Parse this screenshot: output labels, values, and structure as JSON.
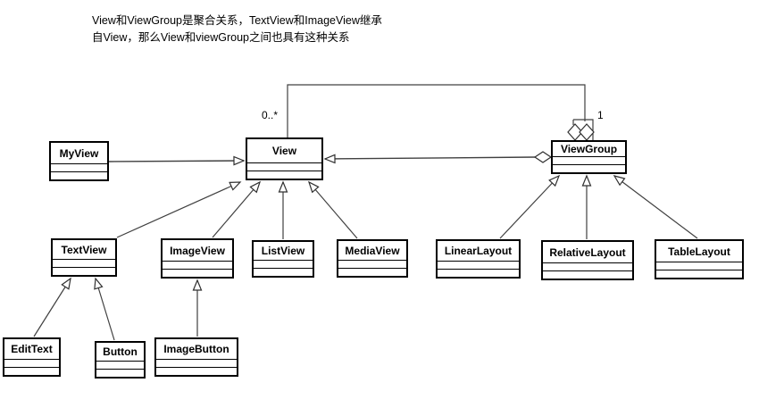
{
  "annotation": {
    "text": "View和ViewGroup是聚合关系，TextView和ImageView继承\n自View，那么View和viewGroup之间也具有这种关系"
  },
  "classes": {
    "myview": {
      "name": "MyView"
    },
    "view": {
      "name": "View"
    },
    "viewgroup": {
      "name": "ViewGroup"
    },
    "textview": {
      "name": "TextView"
    },
    "imageview": {
      "name": "ImageView"
    },
    "listview": {
      "name": "ListView"
    },
    "mediaview": {
      "name": "MediaView"
    },
    "linearlayout": {
      "name": "LinearLayout"
    },
    "relativelayout": {
      "name": "RelativeLayout"
    },
    "tablelayout": {
      "name": "TableLayout"
    },
    "edittext": {
      "name": "EditText"
    },
    "button": {
      "name": "Button"
    },
    "imagebutton": {
      "name": "ImageButton"
    }
  },
  "labels": {
    "view_multiplicity": "0..*",
    "viewgroup_multiplicity": "1"
  },
  "relationships": [
    {
      "from": "MyView",
      "to": "View",
      "type": "generalization"
    },
    {
      "from": "ViewGroup",
      "to": "View",
      "type": "generalization"
    },
    {
      "from": "View",
      "to": "ViewGroup",
      "type": "aggregation",
      "from_multiplicity": "0..*",
      "to_multiplicity": "1"
    },
    {
      "from": "TextView",
      "to": "View",
      "type": "generalization"
    },
    {
      "from": "ImageView",
      "to": "View",
      "type": "generalization"
    },
    {
      "from": "ListView",
      "to": "View",
      "type": "generalization"
    },
    {
      "from": "MediaView",
      "to": "View",
      "type": "generalization"
    },
    {
      "from": "LinearLayout",
      "to": "ViewGroup",
      "type": "generalization"
    },
    {
      "from": "RelativeLayout",
      "to": "ViewGroup",
      "type": "generalization"
    },
    {
      "from": "TableLayout",
      "to": "ViewGroup",
      "type": "generalization"
    },
    {
      "from": "EditText",
      "to": "TextView",
      "type": "generalization"
    },
    {
      "from": "Button",
      "to": "TextView",
      "type": "generalization"
    },
    {
      "from": "ImageButton",
      "to": "ImageView",
      "type": "generalization"
    }
  ],
  "colors": {
    "background": "#ffffff",
    "box_border": "#000000",
    "box_fill": "#ffffff",
    "line": "#404040",
    "text": "#000000"
  }
}
